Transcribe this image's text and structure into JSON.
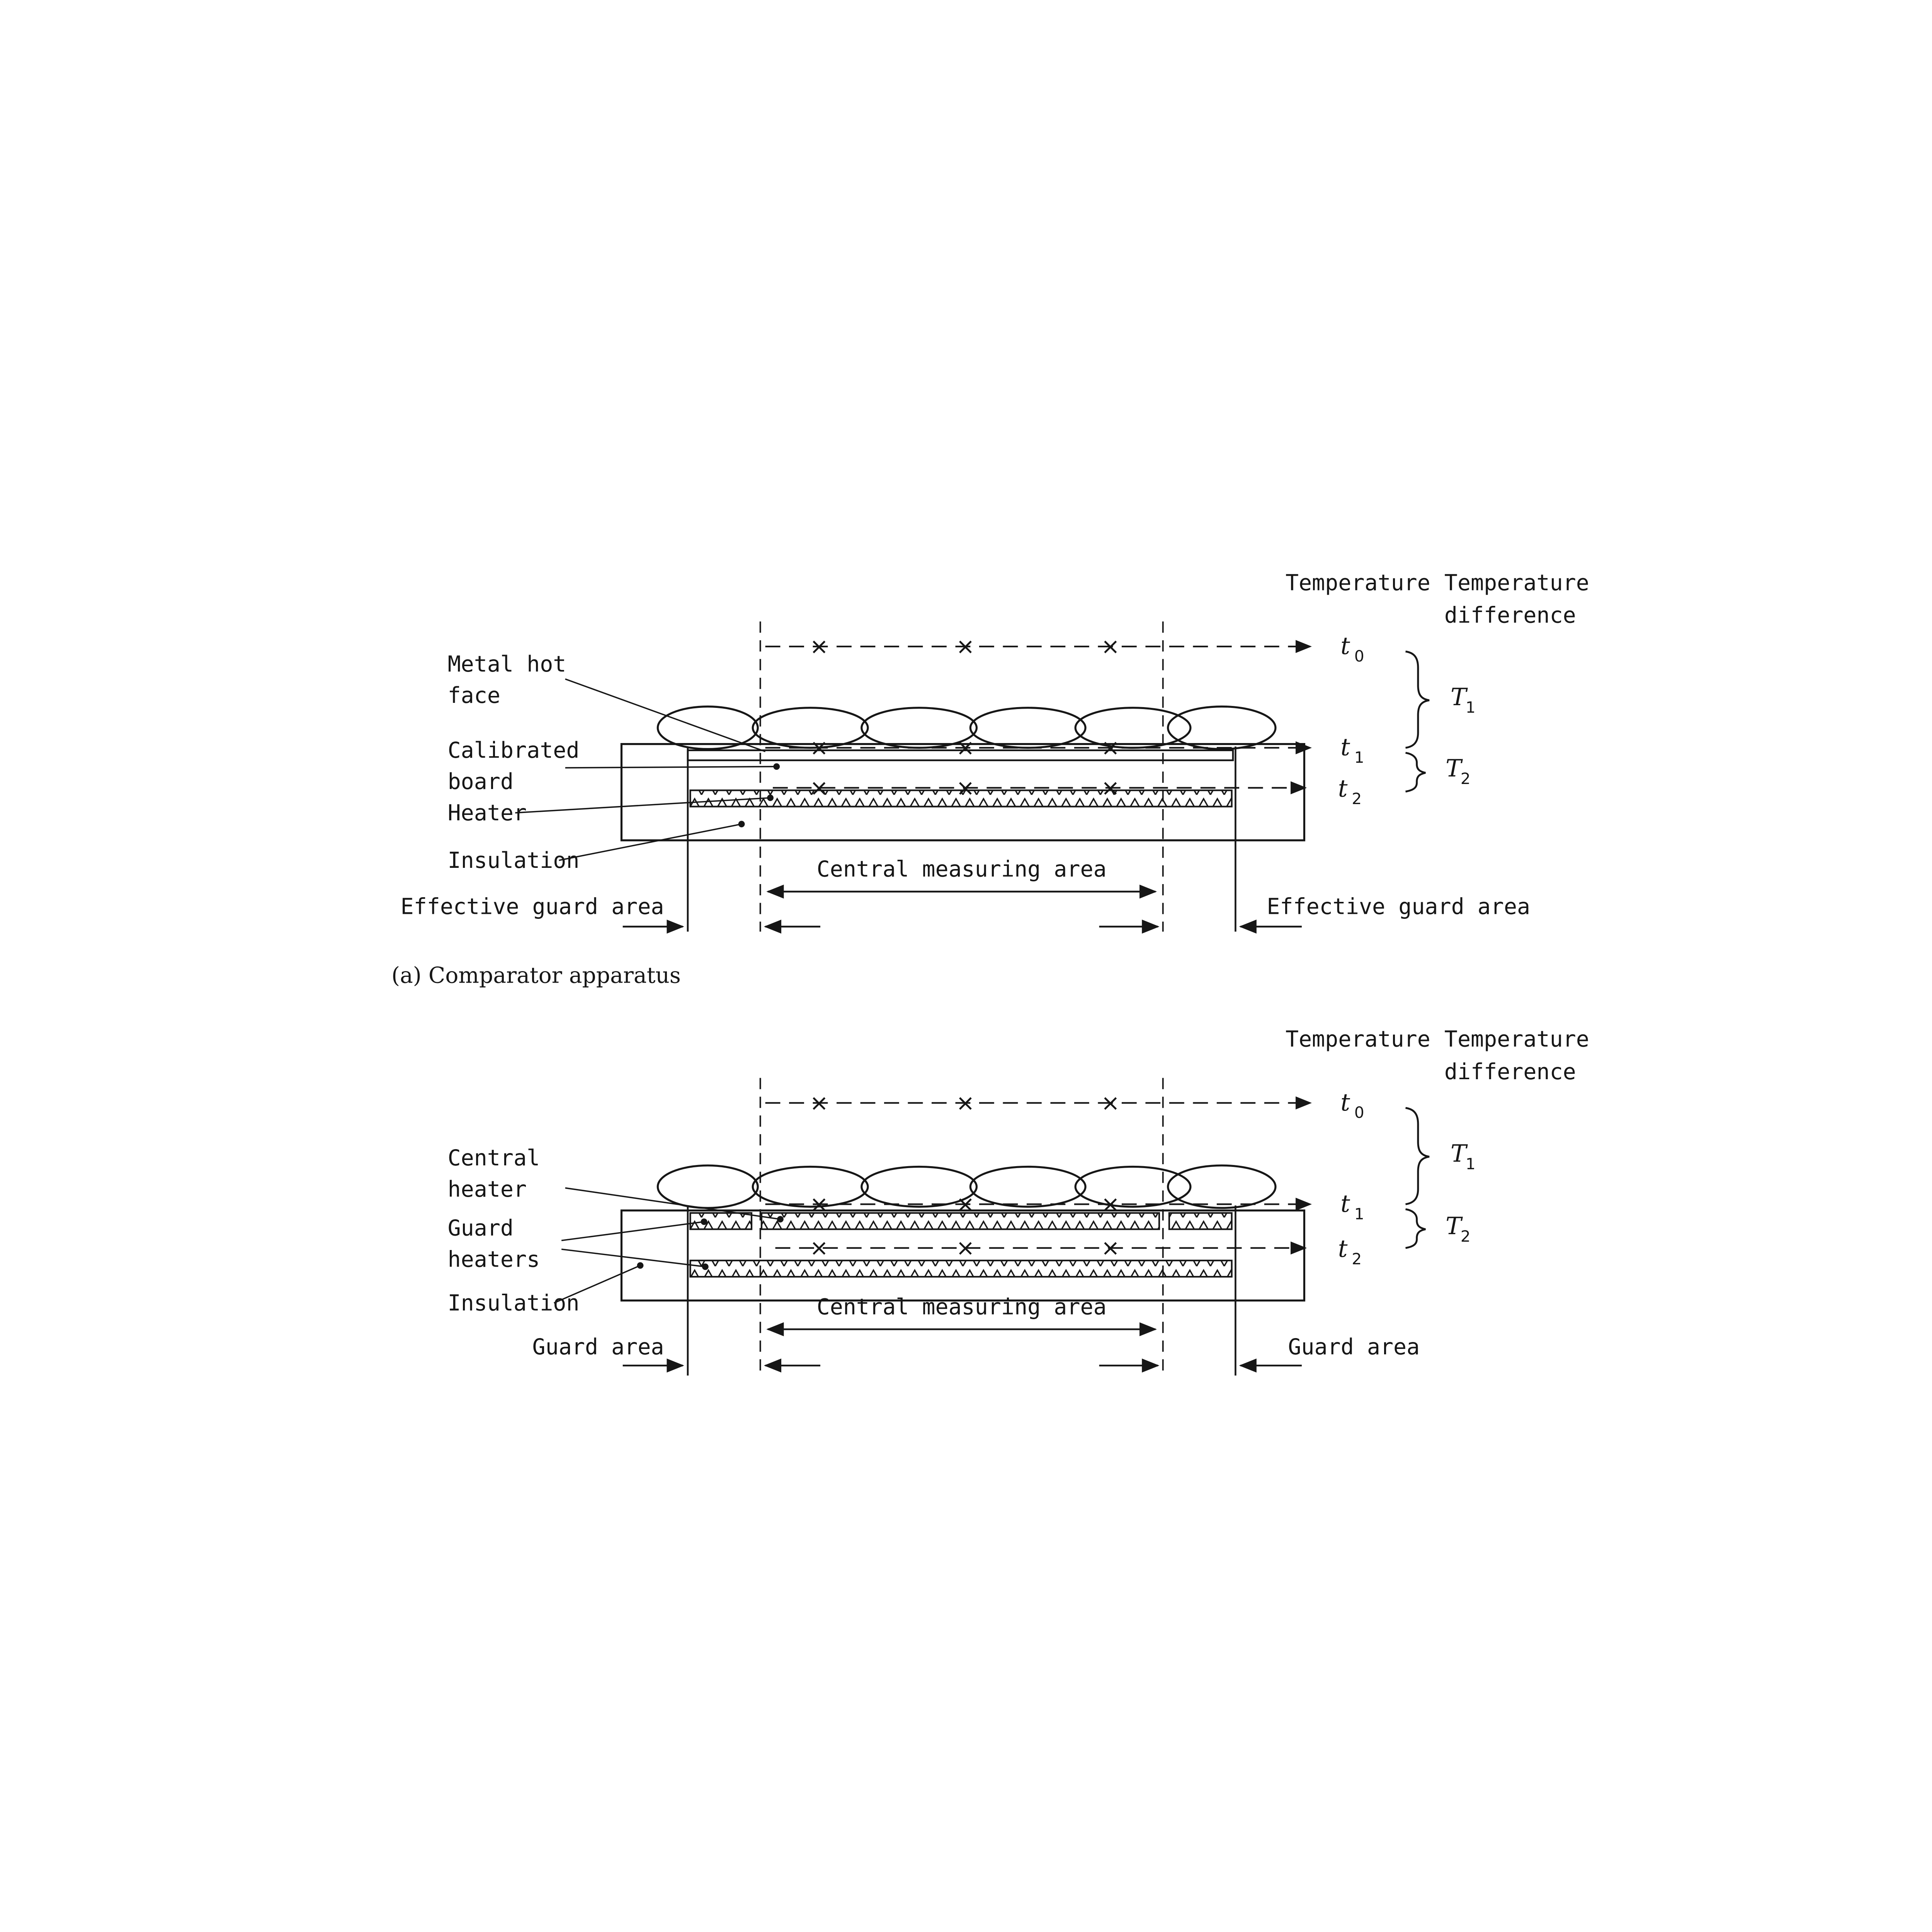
{
  "page": {
    "background": "#ffffff",
    "ink": "#161616"
  },
  "symbols": {
    "t": "t",
    "T": "T",
    "sub_0": "0",
    "sub_1": "1",
    "sub_2": "2",
    "x_marker": "×"
  },
  "diagram_a": {
    "caption": "(a) Comparator apparatus",
    "header_temperature": "Temperature",
    "header_temperature_difference_line1": "Temperature",
    "header_temperature_difference_line2": "difference",
    "labels": {
      "metal_hot_face_line1": "Metal hot",
      "metal_hot_face_line2": "face",
      "calibrated_board_line1": "Calibrated",
      "calibrated_board_line2": "board",
      "heater": "Heater",
      "insulation": "Insulation",
      "central_measuring_area": "Central measuring area",
      "effective_guard_area_left": "Effective guard area",
      "effective_guard_area_right": "Effective guard area"
    }
  },
  "diagram_b": {
    "header_temperature": "Temperature",
    "header_temperature_difference_line1": "Temperature",
    "header_temperature_difference_line2": "difference",
    "labels": {
      "central_heater_line1": "Central",
      "central_heater_line2": "heater",
      "guard_heaters_line1": "Guard",
      "guard_heaters_line2": "heaters",
      "insulation": "Insulation",
      "central_measuring_area": "Central measuring area",
      "guard_area_left": "Guard area",
      "guard_area_right": "Guard area"
    }
  }
}
